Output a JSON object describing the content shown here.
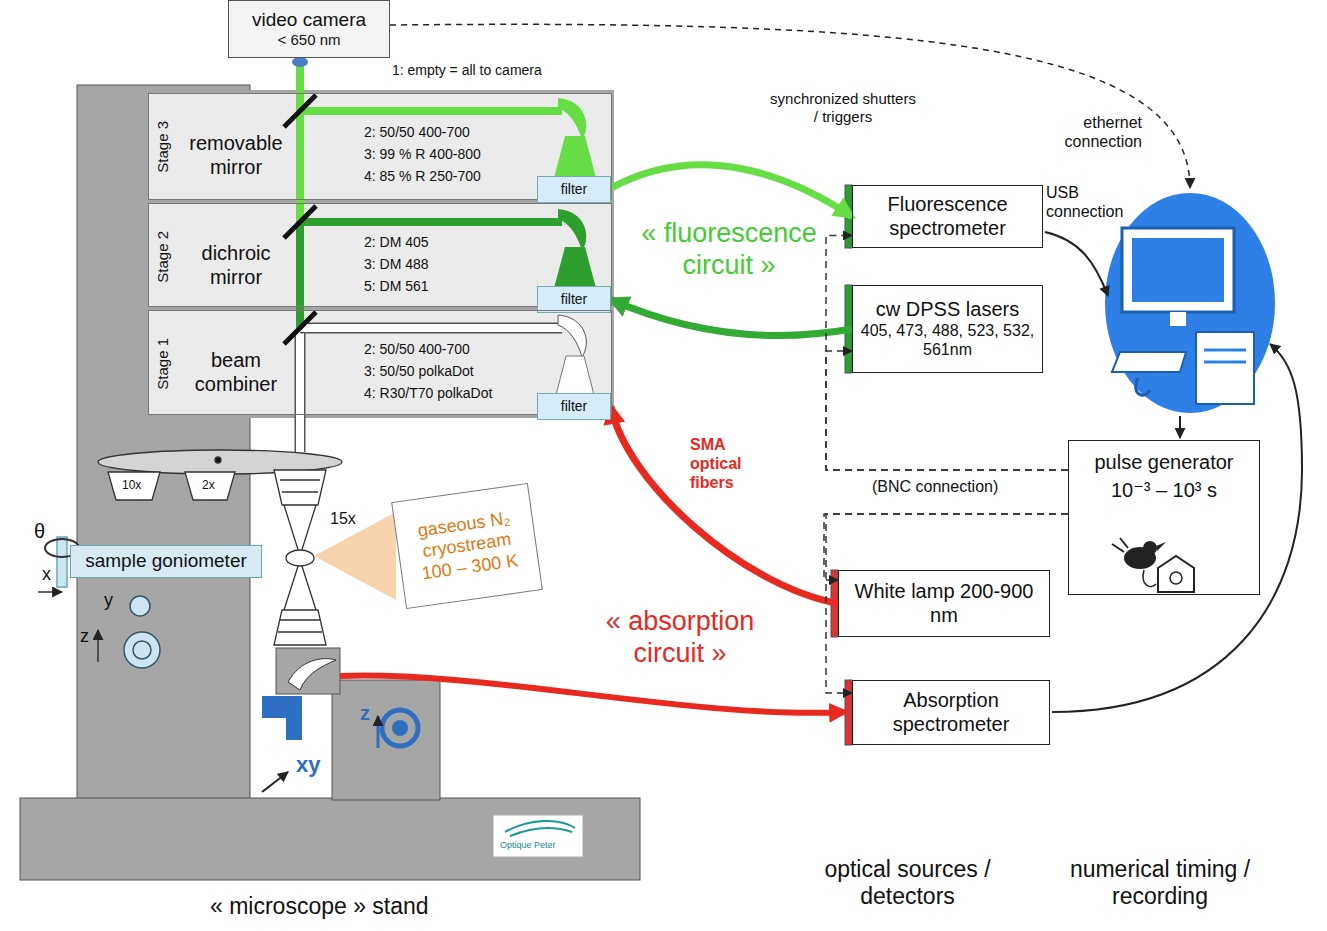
{
  "diagram": {
    "nodes": [
      {
        "text": [
          "video camera",
          "< 650 nm"
        ]
      },
      {
        "text": [
          "Stage 3",
          "removable mirror",
          "2: 50/50 400-700",
          "3: 99 % R 400-800",
          "4: 85 % R 250-700"
        ]
      },
      {
        "text": [
          "filter"
        ],
        "in": 1
      },
      {
        "text": [
          "Stage 2",
          "dichroic mirror",
          "2: DM 405",
          "3: DM 488",
          "5: DM 561"
        ]
      },
      {
        "text": [
          "filter"
        ],
        "in": 3
      },
      {
        "text": [
          "Stage 1",
          "beam combiner",
          "2: 50/50 400-700",
          "3: 50/50 polkaDot",
          "4: R30/T70 polkaDot"
        ]
      },
      {
        "text": [
          "filter"
        ],
        "in": 5
      },
      {
        "text": [
          "sample goniometer"
        ]
      },
      {
        "text": [
          "gaseous N₂ cryostream 100 – 300 K"
        ]
      },
      {
        "text": [
          "Fluorescence spectrometer"
        ]
      },
      {
        "text": [
          "cw DPSS lasers",
          "405, 473, 488, 523, 532, 561nm"
        ]
      },
      {
        "text": [
          "White lamp 200-900 nm"
        ]
      },
      {
        "text": [
          "Absorption spectrometer"
        ]
      },
      {
        "text": [
          "pulse generator",
          "10⁻³ – 10³ s"
        ]
      }
    ],
    "edges": [
      {
        "from": 2,
        "to": 9,
        "arrow": "to"
      },
      {
        "from": 10,
        "to": 4,
        "arrow": "to"
      },
      {
        "from": 11,
        "to": 6,
        "arrow": "to"
      },
      {
        "from": 13,
        "to": 9,
        "arrow": "to"
      },
      {
        "from": 13,
        "to": 10,
        "arrow": "to"
      },
      {
        "from": 13,
        "to": 11,
        "arrow": "to"
      },
      {
        "from": 13,
        "to": 12,
        "arrow": "to"
      }
    ],
    "labels": [
      "1: empty = all to camera",
      "synchronized shutters / triggers",
      "ethernet connection",
      "USB connection",
      "« fluorescence circuit »",
      "SMA optical fibers",
      "(BNC connection)",
      "« absorption circuit »",
      "θ",
      "x",
      "y",
      "z",
      "10x",
      "2x",
      "15x",
      "z",
      "xy",
      "Optique Peter",
      "« microscope » stand",
      "optical sources / detectors",
      "numerical timing / recording"
    ]
  }
}
